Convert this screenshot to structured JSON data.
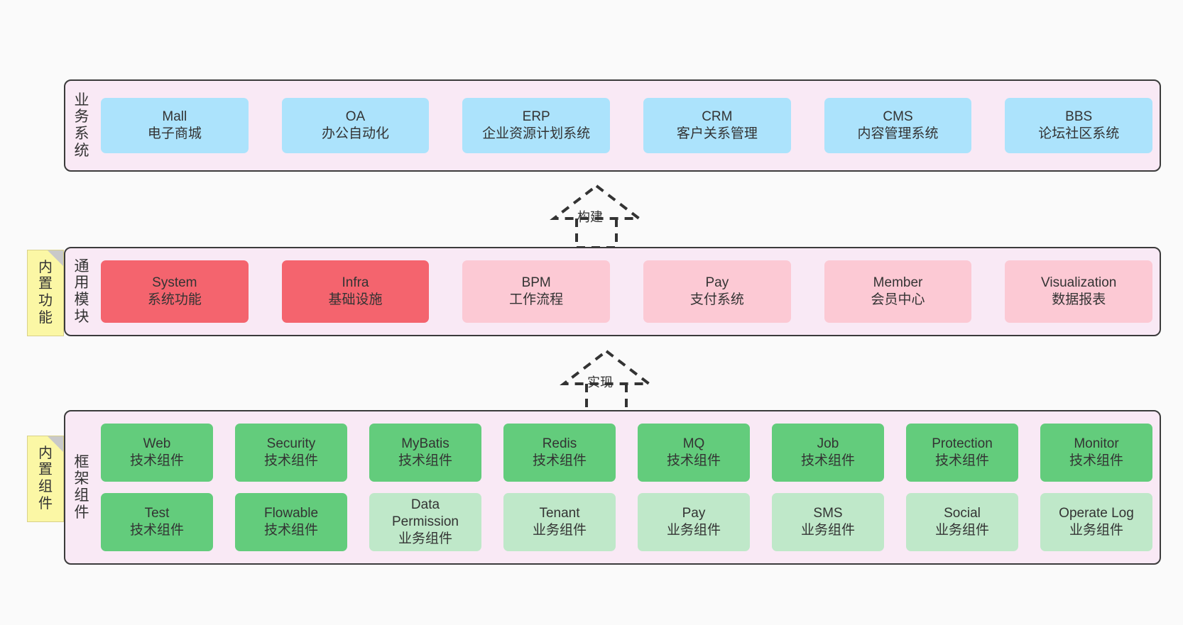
{
  "diagram": {
    "background": "#fafafa",
    "layer_bg": "#f9e9f5",
    "layer_border": "#3b3b3b",
    "colors": {
      "business_node": "#ace3fc",
      "module_node": "#fcc9d4",
      "module_node_highlight": "#f4646e",
      "framework_tech_node": "#63cc7c",
      "framework_biz_node": "#bfe8c9",
      "sticky_note": "#fbf7a5",
      "sticky_fold": "#c9c9c9",
      "text": "#333333"
    }
  },
  "layers": [
    {
      "id": "business",
      "label": "业务系统",
      "label_chars": [
        "业",
        "务",
        "系",
        "统"
      ],
      "nodes": [
        {
          "en": "Mall",
          "cn": "电子商城"
        },
        {
          "en": "OA",
          "cn": "办公自动化"
        },
        {
          "en": "ERP",
          "cn": "企业资源计划系统"
        },
        {
          "en": "CRM",
          "cn": "客户关系管理"
        },
        {
          "en": "CMS",
          "cn": "内容管理系统"
        },
        {
          "en": "BBS",
          "cn": "论坛社区系统"
        }
      ]
    },
    {
      "id": "modules",
      "label": "通用模块",
      "label_chars": [
        "通",
        "用",
        "模",
        "块"
      ],
      "nodes": [
        {
          "en": "System",
          "cn": "系统功能",
          "highlight": true
        },
        {
          "en": "Infra",
          "cn": "基础设施",
          "highlight": true
        },
        {
          "en": "BPM",
          "cn": "工作流程",
          "highlight": false
        },
        {
          "en": "Pay",
          "cn": "支付系统",
          "highlight": false
        },
        {
          "en": "Member",
          "cn": "会员中心",
          "highlight": false
        },
        {
          "en": "Visualization",
          "cn": "数据报表",
          "highlight": false
        }
      ]
    },
    {
      "id": "framework",
      "label": "框架组件",
      "label_chars": [
        "框",
        "架",
        "组",
        "件"
      ],
      "rows": [
        [
          {
            "en": "Web",
            "cn": "技术组件",
            "kind": "tech"
          },
          {
            "en": "Security",
            "cn": "技术组件",
            "kind": "tech"
          },
          {
            "en": "MyBatis",
            "cn": "技术组件",
            "kind": "tech"
          },
          {
            "en": "Redis",
            "cn": "技术组件",
            "kind": "tech"
          },
          {
            "en": "MQ",
            "cn": "技术组件",
            "kind": "tech"
          },
          {
            "en": "Job",
            "cn": "技术组件",
            "kind": "tech"
          },
          {
            "en": "Protection",
            "cn": "技术组件",
            "kind": "tech"
          },
          {
            "en": "Monitor",
            "cn": "技术组件",
            "kind": "tech"
          }
        ],
        [
          {
            "en": "Test",
            "cn": "技术组件",
            "kind": "tech"
          },
          {
            "en": "Flowable",
            "cn": "技术组件",
            "kind": "tech"
          },
          {
            "en": "Data Permission",
            "cn": "业务组件",
            "kind": "biz"
          },
          {
            "en": "Tenant",
            "cn": "业务组件",
            "kind": "biz"
          },
          {
            "en": "Pay",
            "cn": "业务组件",
            "kind": "biz"
          },
          {
            "en": "SMS",
            "cn": "业务组件",
            "kind": "biz"
          },
          {
            "en": "Social",
            "cn": "业务组件",
            "kind": "biz"
          },
          {
            "en": "Operate Log",
            "cn": "业务组件",
            "kind": "biz"
          }
        ]
      ]
    }
  ],
  "sticky_notes": [
    {
      "id": "builtin-function",
      "text": "内置功能",
      "chars": [
        "内",
        "置",
        "功",
        "能"
      ]
    },
    {
      "id": "builtin-component",
      "text": "内置组件",
      "chars": [
        "内",
        "置",
        "组",
        "件"
      ]
    }
  ],
  "arrows": [
    {
      "id": "build",
      "label": "构建",
      "style": "dashed-hollow-triangle",
      "direction": "up"
    },
    {
      "id": "implement",
      "label": "实现",
      "style": "dashed-hollow-triangle",
      "direction": "up"
    }
  ]
}
